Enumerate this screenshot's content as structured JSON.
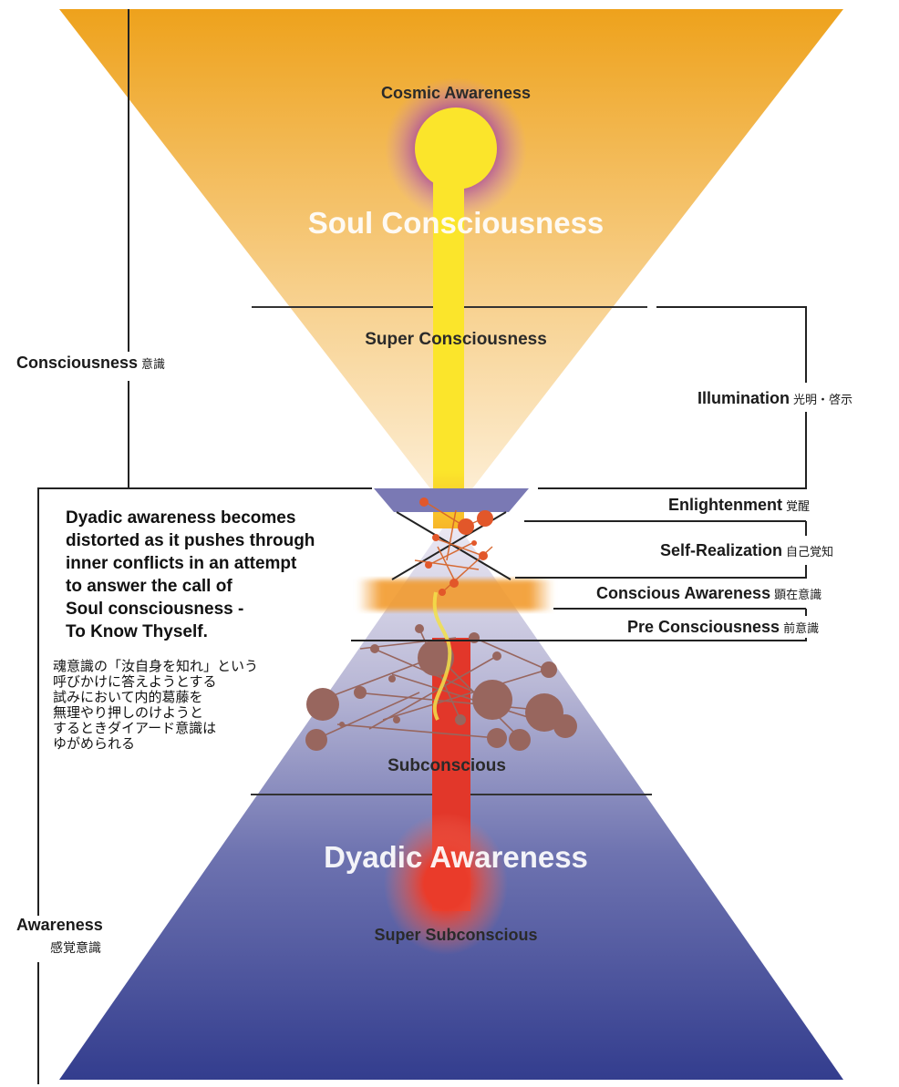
{
  "upper_region": {
    "title": "Soul Consciousness",
    "top_label": "Cosmic Awareness",
    "sub_label": "Super Consciousness"
  },
  "lower_region": {
    "title": "Dyadic Awareness",
    "sub_label": "Subconscious",
    "bottom_label": "Super Subconscious"
  },
  "left_labels": {
    "consciousness": "Consciousness",
    "consciousness_ja": "意識",
    "awareness": "Awareness",
    "awareness_ja": "感覚意識"
  },
  "right_labels": {
    "illumination": {
      "en": "Illumination",
      "ja": "光明・啓示"
    },
    "enlightenment": {
      "en": "Enlightenment",
      "ja": "覚醒"
    },
    "self_realization": {
      "en": "Self-Realization",
      "ja": "自己覚知"
    },
    "conscious_awareness": {
      "en": "Conscious Awareness",
      "ja": "顕在意識"
    },
    "pre_consciousness": {
      "en": "Pre Consciousness",
      "ja": "前意識"
    }
  },
  "note": {
    "en_lines": [
      "Dyadic awareness becomes",
      "distorted as it pushes through",
      "inner conflicts in an attempt",
      "to answer the call of",
      "Soul consciousness -",
      "To Know Thyself."
    ],
    "ja_lines": [
      "魂意識の「汝自身を知れ」という",
      "呼びかけに答えようとする",
      "試みにおいて内的葛藤を",
      "無理やり押しのけようと",
      "するときダイアード意識は",
      "ゆがめられる"
    ]
  },
  "colors": {
    "soul_top": "#eea21c",
    "soul_bottom": "#fdeed4",
    "dyadic_top": "#e8e4f0",
    "dyadic_bottom": "#3c4592",
    "yellow_beam": "#fbe52b",
    "red_beam": "#e2372a",
    "node_brown": "#98665e",
    "aura_purple": "#9a2f9b",
    "orange_band": "#f29b2f"
  }
}
